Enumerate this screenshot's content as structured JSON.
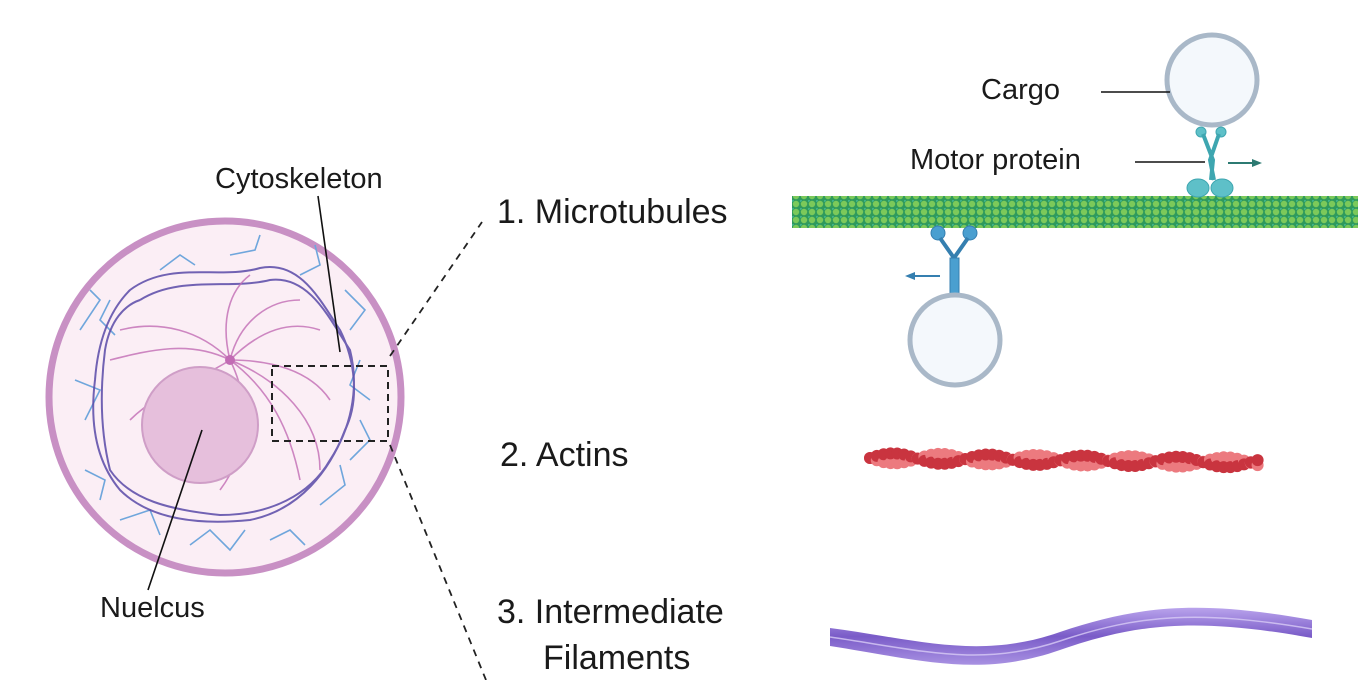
{
  "labels": {
    "cytoskeleton": "Cytoskeleton",
    "nucleus": "Nuelcus",
    "microtubules": "1. Microtubules",
    "actins": "2. Actins",
    "intermediate_line1": "3. Intermediate",
    "intermediate_line2": "Filaments",
    "cargo": "Cargo",
    "motor_protein": "Motor protein"
  },
  "colors": {
    "cell_membrane": "#c890c4",
    "cytoplasm": "#fbeef5",
    "nucleus": "#e6bfdc",
    "microtubule": "#3aa86a",
    "actin": "#d9464f",
    "intermediate_filament": "#8a6fd0",
    "motor_protein": "#3e9fc8",
    "cargo": "#a9b8c8"
  }
}
